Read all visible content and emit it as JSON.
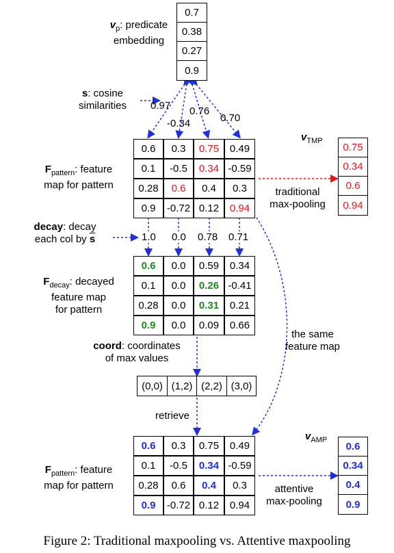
{
  "vp": {
    "label_sym": "v",
    "label_sub": "p",
    "label_text1": ": predicate",
    "label_text2": "embedding",
    "values": [
      "0.7",
      "0.38",
      "0.27",
      "0.9"
    ]
  },
  "s": {
    "label_sym": "s",
    "label_text1": ": cosine",
    "label_text2": "similarities",
    "values": [
      "0.97",
      "-0.34",
      "0.76",
      "0.70"
    ]
  },
  "f_pattern": {
    "label_sym": "F",
    "label_sub": "pattern",
    "label_text1": ": feature",
    "label_text2": "map for pattern",
    "rows": [
      [
        "0.6",
        "0.3",
        "0.75",
        "0.49"
      ],
      [
        "0.1",
        "-0.5",
        "0.34",
        "-0.59"
      ],
      [
        "0.28",
        "0.6",
        "0.4",
        "0.3"
      ],
      [
        "0.9",
        "-0.72",
        "0.12",
        "0.94"
      ]
    ]
  },
  "vtmp": {
    "label_sym": "v",
    "label_sub": "TMP",
    "values": [
      "0.75",
      "0.34",
      "0.6",
      "0.94"
    ],
    "arrow_label1": "traditional",
    "arrow_label2": "max-pooling"
  },
  "decay": {
    "label_sym": "decay",
    "label_text1": ": decay",
    "label_text2": "each col by",
    "label_s": "s",
    "values": [
      "1.0",
      "0.0",
      "0.78",
      "0.71"
    ]
  },
  "f_decay": {
    "label_sym": "F",
    "label_sub": "decay",
    "label_text1": ": decayed",
    "label_text2": "feature map",
    "label_text3": "for pattern",
    "rows": [
      [
        "0.6",
        "0.0",
        "0.59",
        "0.34"
      ],
      [
        "0.1",
        "0.0",
        "0.26",
        "-0.41"
      ],
      [
        "0.28",
        "0.0",
        "0.31",
        "0.21"
      ],
      [
        "0.9",
        "0.0",
        "0.09",
        "0.66"
      ]
    ]
  },
  "same_map": {
    "text1": "the same",
    "text2": "feature map"
  },
  "coord": {
    "label_sym": "coord",
    "label_text1": ": coordinates",
    "label_text2": "of max values",
    "values": [
      "(0,0)",
      "(1,2)",
      "(2,2)",
      "(3,0)"
    ]
  },
  "retrieve": "retrieve",
  "f_pattern2": {
    "label_sym": "F",
    "label_sub": "pattern",
    "label_text1": ": feature",
    "label_text2": "map for pattern",
    "rows": [
      [
        "0.6",
        "0.3",
        "0.75",
        "0.49"
      ],
      [
        "0.1",
        "-0.5",
        "0.34",
        "-0.59"
      ],
      [
        "0.28",
        "0.6",
        "0.4",
        "0.3"
      ],
      [
        "0.9",
        "-0.72",
        "0.12",
        "0.94"
      ]
    ]
  },
  "vamp": {
    "label_sym": "v",
    "label_sub": "AMP",
    "values": [
      "0.6",
      "0.34",
      "0.4",
      "0.9"
    ],
    "arrow_label1": "attentive",
    "arrow_label2": "max-pooling"
  },
  "caption": "Figure 2: Traditional maxpooling vs. Attentive maxpooling",
  "colors": {
    "red": "#e8141c",
    "green": "#1e8a1e",
    "blue": "#1f2fe0",
    "arrow": "#1f2fe0"
  }
}
